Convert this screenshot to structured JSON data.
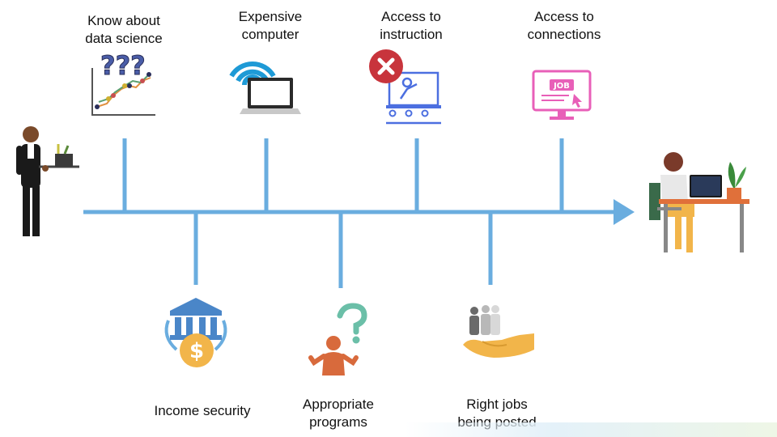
{
  "top_factors": [
    {
      "id": "know-data-science",
      "lines": [
        "Know about",
        "data science"
      ],
      "icon": "question-chart-icon"
    },
    {
      "id": "expensive-computer",
      "lines": [
        "Expensive",
        "computer"
      ],
      "icon": "wifi-laptop-icon"
    },
    {
      "id": "access-instruction",
      "lines": [
        "Access to",
        "instruction"
      ],
      "icon": "classroom-blocked-icon"
    },
    {
      "id": "access-connections",
      "lines": [
        "Access to",
        "connections"
      ],
      "icon": "job-monitor-icon"
    }
  ],
  "bottom_factors": [
    {
      "id": "income-security",
      "lines": [
        "Income security"
      ],
      "icon": "bank-dollar-icon"
    },
    {
      "id": "appropriate-programs",
      "lines": [
        "Appropriate",
        "programs"
      ],
      "icon": "person-question-icon"
    },
    {
      "id": "right-jobs",
      "lines": [
        "Right jobs",
        "being posted"
      ],
      "icon": "hand-people-icon"
    }
  ],
  "icon_text": {
    "job_badge": "JOB"
  },
  "start_figure": "waiter-icon",
  "end_figure": "person-at-laptop-icon",
  "colors": {
    "timeline": "#6aaddf",
    "pink": "#e85fb8",
    "blue": "#4c6fe0",
    "red": "#c8343c",
    "orange": "#d86a3c",
    "teal": "#6bbfa8",
    "gold": "#f2b54a"
  }
}
